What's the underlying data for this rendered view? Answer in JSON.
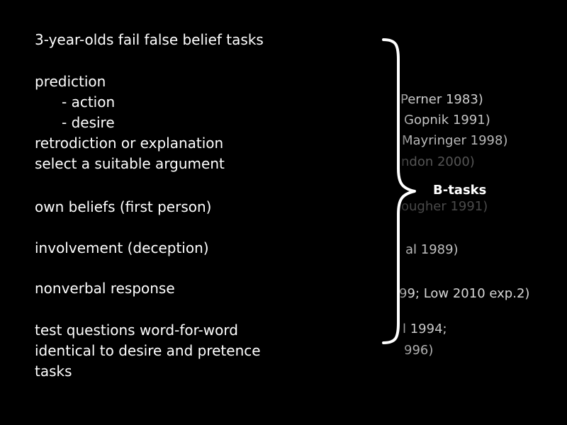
{
  "left_lines": [
    "3-year-olds fail false belief tasks",
    "prediction",
    "- action",
    "- desire",
    "retrodiction or explanation",
    "select a suitable argument",
    "own beliefs (first person)",
    "involvement (deception)",
    "nonverbal response",
    "test questions word-for-word",
    "identical to desire and pretence",
    "tasks"
  ],
  "citations": [
    "Perner 1983)",
    "Gopnik 1991)",
    "Mayringer 1998)",
    "ndon 2000)",
    "ougher 1991)",
    "al 1989)",
    "99; Low 2010 exp.2)",
    "l 1994;",
    "996)"
  ],
  "brace_label": "B-tasks",
  "colors": {
    "background": "#000000",
    "text": "#ffffff",
    "citation_bright": "#d0d0d0",
    "citation_dim": "#555555"
  }
}
